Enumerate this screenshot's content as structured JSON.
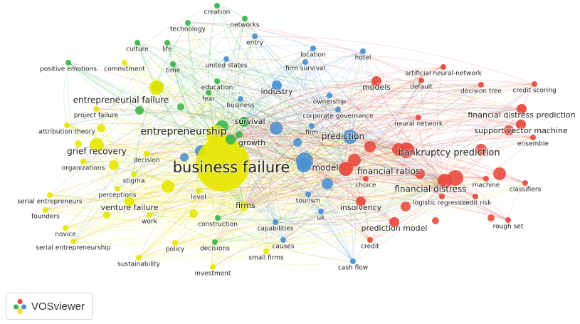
{
  "brand": {
    "name": "VOSviewer",
    "icon": "vosviewer-logo-icon"
  },
  "colors": {
    "red": "#e8483b",
    "green": "#3ab54a",
    "blue": "#4a90d0",
    "yellow": "#e6e600"
  },
  "clusters": [
    {
      "id": "red",
      "color": "#e8483b"
    },
    {
      "id": "green",
      "color": "#3ab54a"
    },
    {
      "id": "blue",
      "color": "#4a90d0"
    },
    {
      "id": "yellow",
      "color": "#e6e600"
    }
  ],
  "terms": [
    {
      "id": "business-failure",
      "label": "business failure",
      "cluster": "yellow",
      "weight": 10
    },
    {
      "id": "entrepreneurship",
      "label": "entrepreneurship",
      "cluster": "yellow",
      "weight": 6
    },
    {
      "id": "entrepreneurial-failure",
      "label": "entrepreneurial failure",
      "cluster": "yellow",
      "weight": 4
    },
    {
      "id": "grief-recovery",
      "label": "grief recovery",
      "cluster": "yellow",
      "weight": 4
    },
    {
      "id": "venture-failure",
      "label": "venture failure",
      "cluster": "yellow",
      "weight": 3
    },
    {
      "id": "project-failure",
      "label": "project failure",
      "cluster": "yellow",
      "weight": 2
    },
    {
      "id": "attribution-theory",
      "label": "attribution theory",
      "cluster": "yellow",
      "weight": 2
    },
    {
      "id": "organizations",
      "label": "organizations",
      "cluster": "yellow",
      "weight": 2
    },
    {
      "id": "decision",
      "label": "decision",
      "cluster": "yellow",
      "weight": 2
    },
    {
      "id": "stigma",
      "label": "stigma",
      "cluster": "yellow",
      "weight": 2
    },
    {
      "id": "perceptions",
      "label": "perceptions",
      "cluster": "yellow",
      "weight": 2
    },
    {
      "id": "work",
      "label": "work",
      "cluster": "yellow",
      "weight": 2
    },
    {
      "id": "serial-entrepreneurs",
      "label": "serial entrepreneurs",
      "cluster": "yellow",
      "weight": 2
    },
    {
      "id": "founders",
      "label": "founders",
      "cluster": "yellow",
      "weight": 2
    },
    {
      "id": "novice",
      "label": "novice",
      "cluster": "yellow",
      "weight": 2
    },
    {
      "id": "serial-entrepreneurship",
      "label": "serial entrepreneurship",
      "cluster": "yellow",
      "weight": 2
    },
    {
      "id": "sustainability",
      "label": "sustainability",
      "cluster": "yellow",
      "weight": 2
    },
    {
      "id": "level",
      "label": "level",
      "cluster": "yellow",
      "weight": 2
    },
    {
      "id": "firms",
      "label": "firms",
      "cluster": "yellow",
      "weight": 3
    },
    {
      "id": "policy",
      "label": "policy",
      "cluster": "yellow",
      "weight": 2
    },
    {
      "id": "small-firms",
      "label": "small firms",
      "cluster": "yellow",
      "weight": 2
    },
    {
      "id": "investment",
      "label": "investment",
      "cluster": "yellow",
      "weight": 2
    },
    {
      "id": "commitment",
      "label": "commitment",
      "cluster": "yellow",
      "weight": 2
    },
    {
      "id": "positive-emotions",
      "label": "positive emotions",
      "cluster": "green",
      "weight": 2
    },
    {
      "id": "creation",
      "label": "creation",
      "cluster": "green",
      "weight": 2
    },
    {
      "id": "technology",
      "label": "technology",
      "cluster": "green",
      "weight": 2
    },
    {
      "id": "networks",
      "label": "networks",
      "cluster": "green",
      "weight": 2
    },
    {
      "id": "culture",
      "label": "culture",
      "cluster": "green",
      "weight": 2
    },
    {
      "id": "life",
      "label": "life",
      "cluster": "green",
      "weight": 2
    },
    {
      "id": "time",
      "label": "time",
      "cluster": "green",
      "weight": 2
    },
    {
      "id": "education",
      "label": "education",
      "cluster": "green",
      "weight": 2
    },
    {
      "id": "fear",
      "label": "fear",
      "cluster": "green",
      "weight": 2
    },
    {
      "id": "survival",
      "label": "survival",
      "cluster": "green",
      "weight": 3
    },
    {
      "id": "growth",
      "label": "growth",
      "cluster": "green",
      "weight": 3
    },
    {
      "id": "construction",
      "label": "construction",
      "cluster": "green",
      "weight": 2
    },
    {
      "id": "decisions",
      "label": "decisions",
      "cluster": "green",
      "weight": 2
    },
    {
      "id": "entry",
      "label": "entry",
      "cluster": "blue",
      "weight": 2
    },
    {
      "id": "united-states",
      "label": "united states",
      "cluster": "blue",
      "weight": 2
    },
    {
      "id": "location",
      "label": "location",
      "cluster": "blue",
      "weight": 2
    },
    {
      "id": "hotel",
      "label": "hotel",
      "cluster": "blue",
      "weight": 2
    },
    {
      "id": "firm-survival",
      "label": "firm survival",
      "cluster": "blue",
      "weight": 2
    },
    {
      "id": "industry",
      "label": "industry",
      "cluster": "blue",
      "weight": 3
    },
    {
      "id": "business",
      "label": "business",
      "cluster": "blue",
      "weight": 2
    },
    {
      "id": "ownership",
      "label": "ownership",
      "cluster": "blue",
      "weight": 2
    },
    {
      "id": "corporate-governance",
      "label": "corporate governance",
      "cluster": "blue",
      "weight": 2
    },
    {
      "id": "firm",
      "label": "firm",
      "cluster": "blue",
      "weight": 2
    },
    {
      "id": "prediction",
      "label": "prediction",
      "cluster": "blue",
      "weight": 4
    },
    {
      "id": "model",
      "label": "model",
      "cluster": "blue",
      "weight": 4
    },
    {
      "id": "tourism",
      "label": "tourism",
      "cluster": "blue",
      "weight": 2
    },
    {
      "id": "uk",
      "label": "uk",
      "cluster": "blue",
      "weight": 2
    },
    {
      "id": "capabilities",
      "label": "capabilities",
      "cluster": "blue",
      "weight": 2
    },
    {
      "id": "causes",
      "label": "causes",
      "cluster": "blue",
      "weight": 2
    },
    {
      "id": "cash-flow",
      "label": "cash flow",
      "cluster": "blue",
      "weight": 2
    },
    {
      "id": "models",
      "label": "models",
      "cluster": "red",
      "weight": 3
    },
    {
      "id": "default",
      "label": "default",
      "cluster": "red",
      "weight": 2
    },
    {
      "id": "artificial-neural-network",
      "label": "artificial neural-network",
      "cluster": "red",
      "weight": 2
    },
    {
      "id": "decision-tree",
      "label": "decision tree",
      "cluster": "red",
      "weight": 2
    },
    {
      "id": "credit-scoring",
      "label": "credit scoring",
      "cluster": "red",
      "weight": 2
    },
    {
      "id": "financial-distress-prediction",
      "label": "financial distress prediction",
      "cluster": "red",
      "weight": 3
    },
    {
      "id": "neural-network",
      "label": "neural network",
      "cluster": "red",
      "weight": 2
    },
    {
      "id": "support-vector-machine",
      "label": "support vector machine",
      "cluster": "red",
      "weight": 3
    },
    {
      "id": "ensemble",
      "label": "ensemble",
      "cluster": "red",
      "weight": 2
    },
    {
      "id": "bankruptcy-prediction",
      "label": "bankruptcy prediction",
      "cluster": "red",
      "weight": 5
    },
    {
      "id": "financial-ratios",
      "label": "financial ratios",
      "cluster": "red",
      "weight": 4
    },
    {
      "id": "financial-distress",
      "label": "financial distress",
      "cluster": "red",
      "weight": 4
    },
    {
      "id": "machine",
      "label": "machine",
      "cluster": "red",
      "weight": 2
    },
    {
      "id": "classifiers",
      "label": "classifiers",
      "cluster": "red",
      "weight": 2
    },
    {
      "id": "choice",
      "label": "choice",
      "cluster": "red",
      "weight": 2
    },
    {
      "id": "logistic-regression",
      "label": "logistic regression",
      "cluster": "red",
      "weight": 2
    },
    {
      "id": "credit-risk",
      "label": "credit risk",
      "cluster": "red",
      "weight": 2
    },
    {
      "id": "insolvency",
      "label": "insolvency",
      "cluster": "red",
      "weight": 3
    },
    {
      "id": "prediction-model",
      "label": "prediction model",
      "cluster": "red",
      "weight": 3
    },
    {
      "id": "rough-set",
      "label": "rough set",
      "cluster": "red",
      "weight": 2
    },
    {
      "id": "credit",
      "label": "credit",
      "cluster": "red",
      "weight": 2
    }
  ]
}
